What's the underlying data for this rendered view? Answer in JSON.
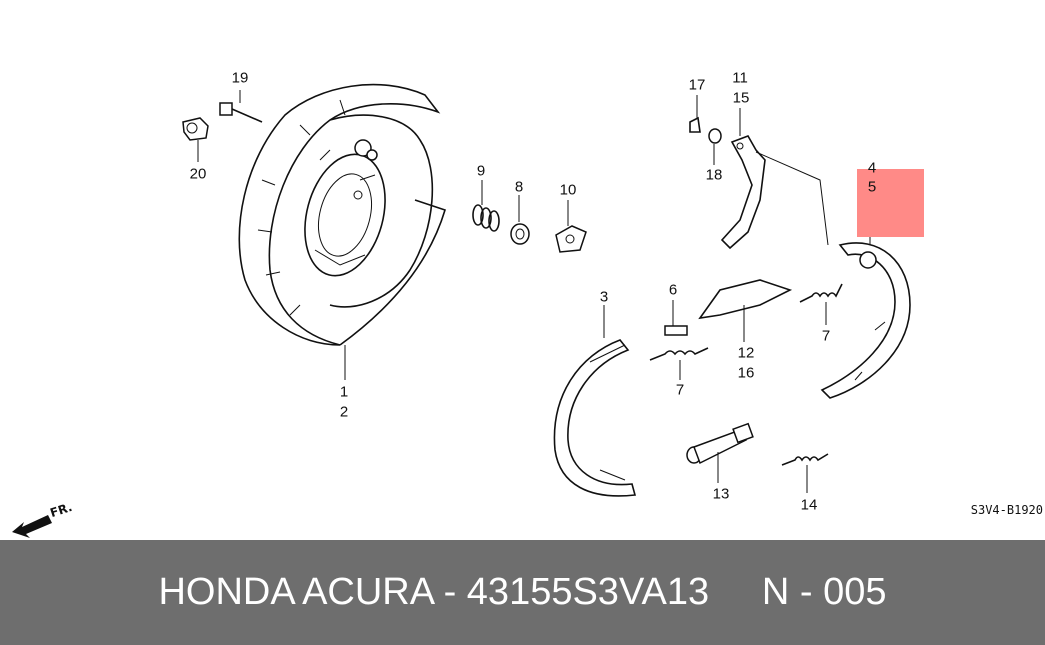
{
  "labels": {
    "p1": "1",
    "p2": "2",
    "p3": "3",
    "p4": "4",
    "p5": "5",
    "p6": "6",
    "p7a": "7",
    "p7b": "7",
    "p8": "8",
    "p9": "9",
    "p10": "10",
    "p11": "11",
    "p12": "12",
    "p13": "13",
    "p14": "14",
    "p15": "15",
    "p16": "16",
    "p17": "17",
    "p18": "18",
    "p19": "19",
    "p20": "20"
  },
  "direction_label": "FR.",
  "diagram_code": "S3V4-B1920",
  "footer": {
    "brand": "HONDA ACURA",
    "separator": "-",
    "part_number": "43155S3VA13",
    "position": "N - 005"
  },
  "colors": {
    "highlight": "#ff8a87",
    "footer_bg": "#6e6e6e",
    "footer_text": "#ffffff"
  }
}
